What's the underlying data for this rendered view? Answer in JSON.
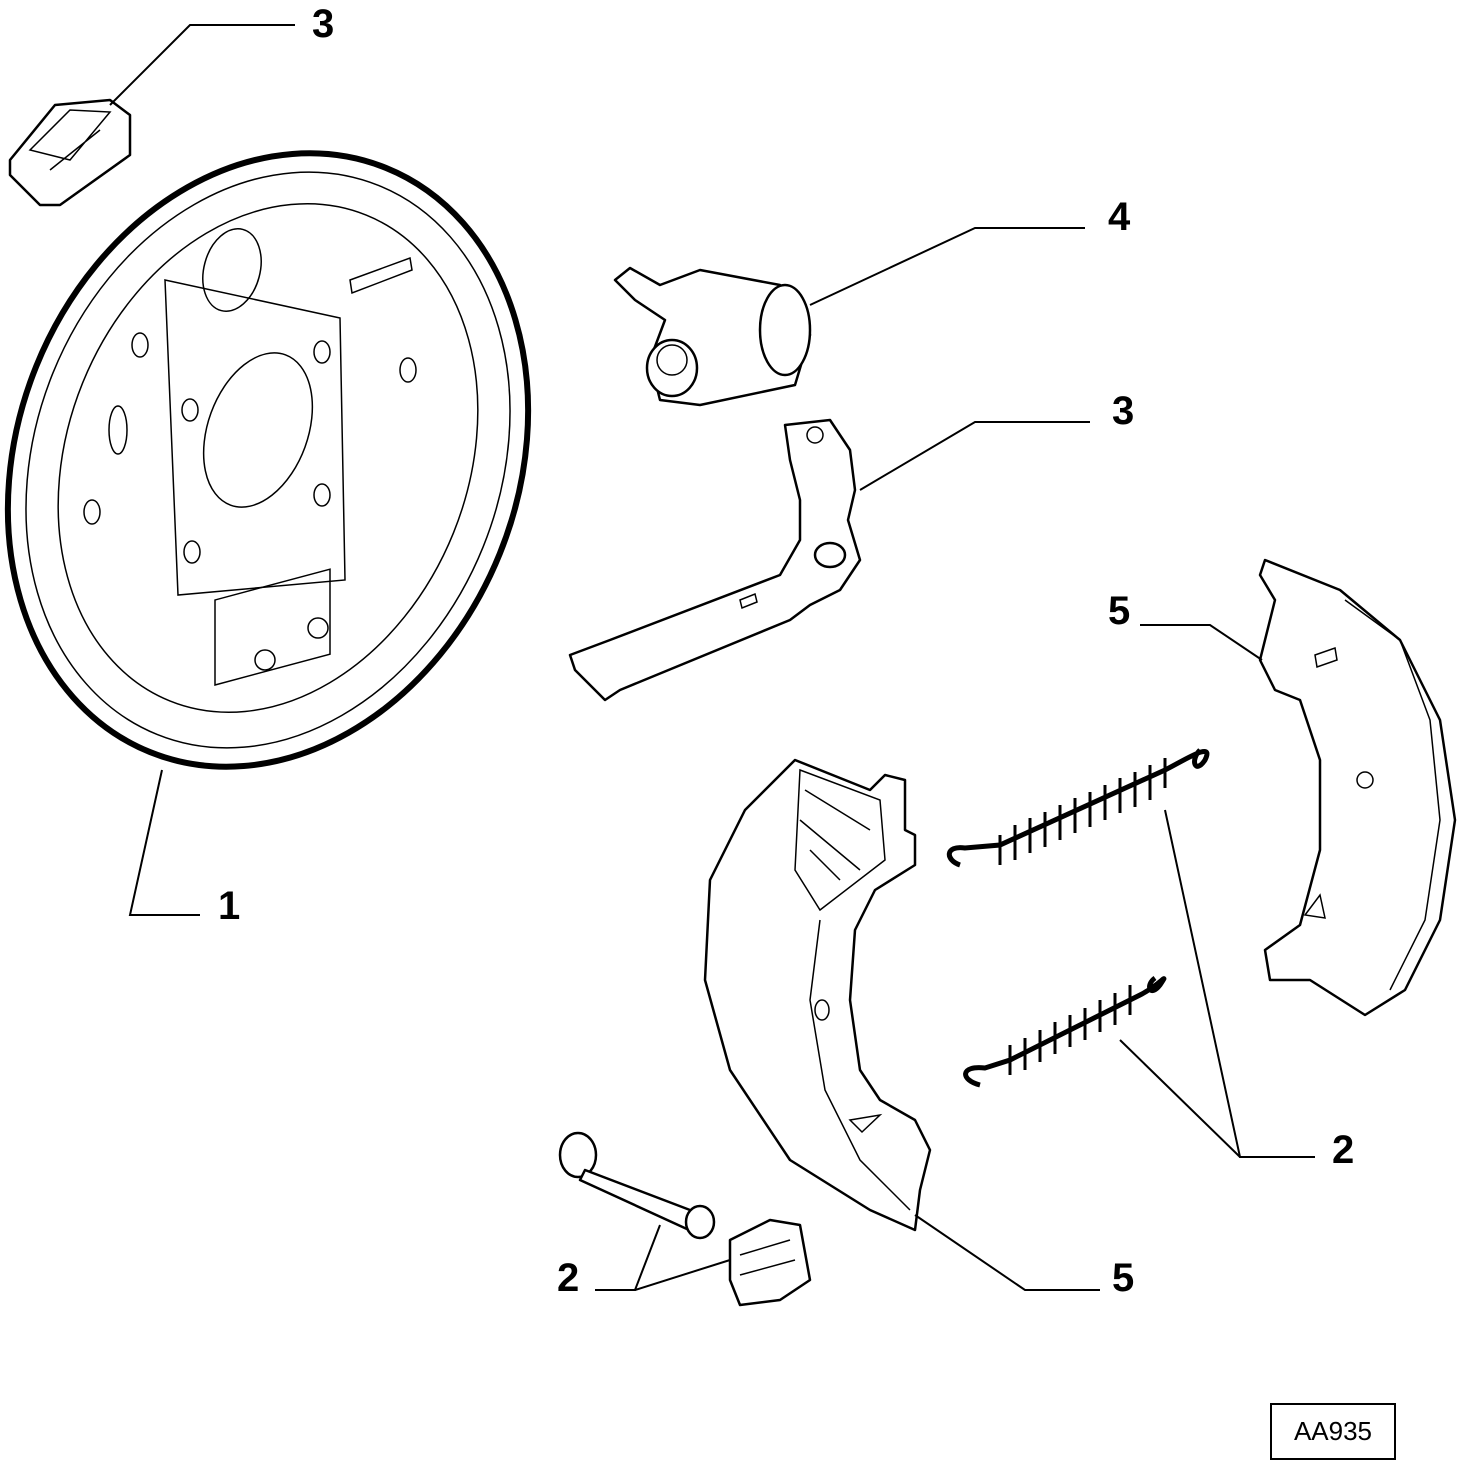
{
  "callouts": {
    "clip_top": "3",
    "wheel_cylinder": "4",
    "lever": "3",
    "shoe_right": "5",
    "backing_plate": "1",
    "springs": "2",
    "shoe_left": "5",
    "pin_clip": "2"
  },
  "reference_code": "AA935"
}
